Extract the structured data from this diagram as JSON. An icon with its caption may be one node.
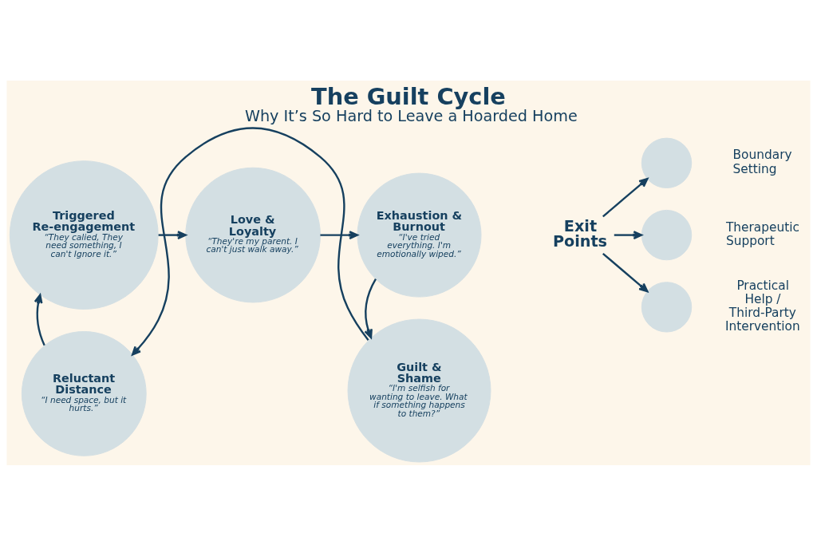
{
  "diagram": {
    "title": "The Guilt Cycle",
    "nodes": [
      {
        "text": [
          "Love & Loyalty",
          "“They're my parent. I can't just walk away.”"
        ]
      },
      {
        "text": [
          "Exhaustion & Burnout",
          "“I've tried everything. I'm emotionally wiped.”"
        ]
      },
      {
        "text": [
          "Guilt & Shame",
          "“I'm selfish for wanting to leave. What if something happens to them?”"
        ]
      },
      {
        "text": [
          "Reluctant Distance",
          "“I need space, but it hurts.”"
        ]
      },
      {
        "text": [
          "Triggered Re-engagement",
          "“They calied, They need something, I can't Ignore it.”"
        ]
      },
      {
        "text": [
          "Exit Points"
        ]
      },
      {
        "text": [],
        "shape": "circle",
        "beside": [
          "Boundary Setting"
        ]
      },
      {
        "text": [],
        "shape": "circle",
        "beside": [
          "Therapeutic Support"
        ]
      },
      {
        "text": [],
        "shape": "circle",
        "beside": [
          "Practical Help / Third-Party Intervention"
        ]
      }
    ],
    "edges": [
      {
        "from": 0,
        "to": 1,
        "arrow": "to"
      },
      {
        "from": 1,
        "to": 2,
        "arrow": "to"
      },
      {
        "from": 2,
        "to": 3,
        "arrow": "to"
      },
      {
        "from": 3,
        "to": 4,
        "arrow": "to"
      },
      {
        "from": 4,
        "to": 0,
        "arrow": "to"
      },
      {
        "from": 5,
        "to": 6,
        "arrow": "to"
      },
      {
        "from": 5,
        "to": 7,
        "arrow": "to"
      },
      {
        "from": 5,
        "to": 8,
        "arrow": "to"
      }
    ],
    "labels": [
      "Why It’s So Hard to Leave a Hoarded Home"
    ]
  }
}
